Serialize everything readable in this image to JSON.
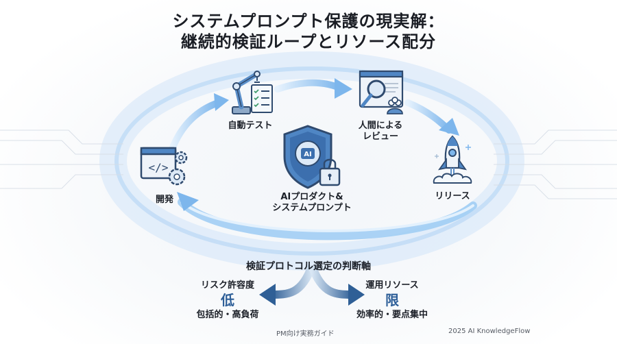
{
  "title": {
    "line1": "システムプロンプト保護の現実解：",
    "line2": "継続的検証ループとリソース配分"
  },
  "loop": {
    "center": {
      "icon": "shield-brain-lock-icon",
      "line1": "AIプロダクト&",
      "line2": "システムプロンプト"
    },
    "stages": [
      {
        "id": "development",
        "icon": "code-window-gears-icon",
        "label": "開発"
      },
      {
        "id": "automated-test",
        "icon": "robot-arm-checklist-icon",
        "label": "自動テスト"
      },
      {
        "id": "human-review",
        "icon": "magnifier-people-icon",
        "label_line1": "人間による",
        "label_line2": "レビュー"
      },
      {
        "id": "release",
        "icon": "rocket-icon",
        "label": "リリース"
      }
    ]
  },
  "criteria": {
    "title": "検証プロトコル選定の判断軸",
    "left": {
      "head": "リスク許容度",
      "value": "低",
      "desc": "包括的・高負荷"
    },
    "right": {
      "head": "運用リソース",
      "value": "限",
      "desc": "効率的・要点集中"
    }
  },
  "footer": {
    "left": "PM向け実務ガイド",
    "right": "2025 AI KnowledgeFlow"
  },
  "colors": {
    "accent": "#2e5f98",
    "icon_stroke": "#2f4a6e",
    "icon_fill": "#5b8fc9",
    "glow": "#8cc0f2"
  }
}
